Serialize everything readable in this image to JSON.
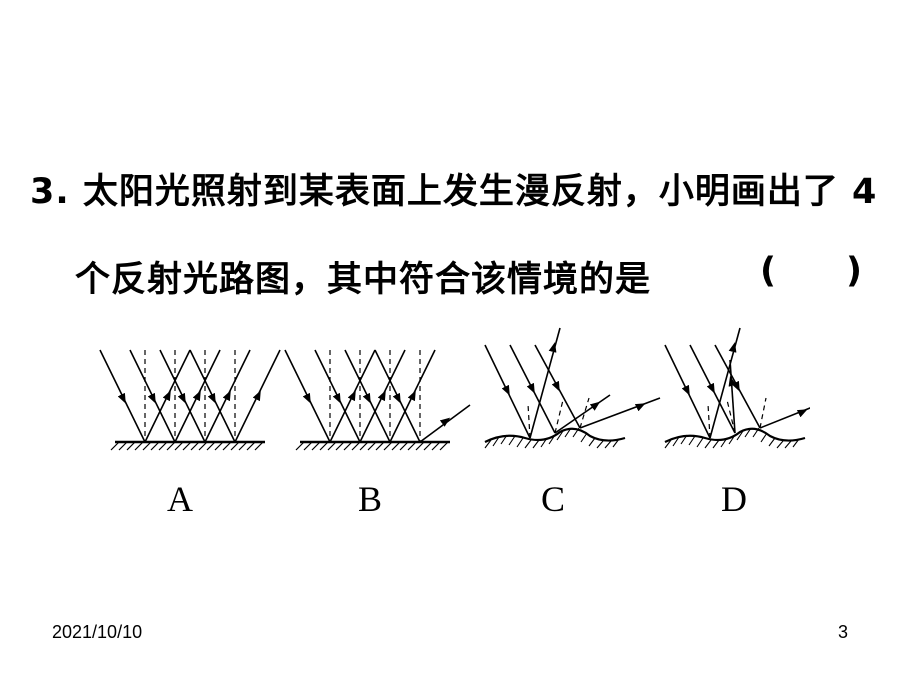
{
  "question": {
    "line1": "3. 太阳光照射到某表面上发生漫反射，小明画出了 4",
    "line2": "个反射光路图，其中符合该情境的是",
    "paren_open": "(",
    "paren_close": ")"
  },
  "options": [
    "A",
    "B",
    "C",
    "D"
  ],
  "footer": {
    "date": "2021/10/10",
    "page": "3"
  }
}
